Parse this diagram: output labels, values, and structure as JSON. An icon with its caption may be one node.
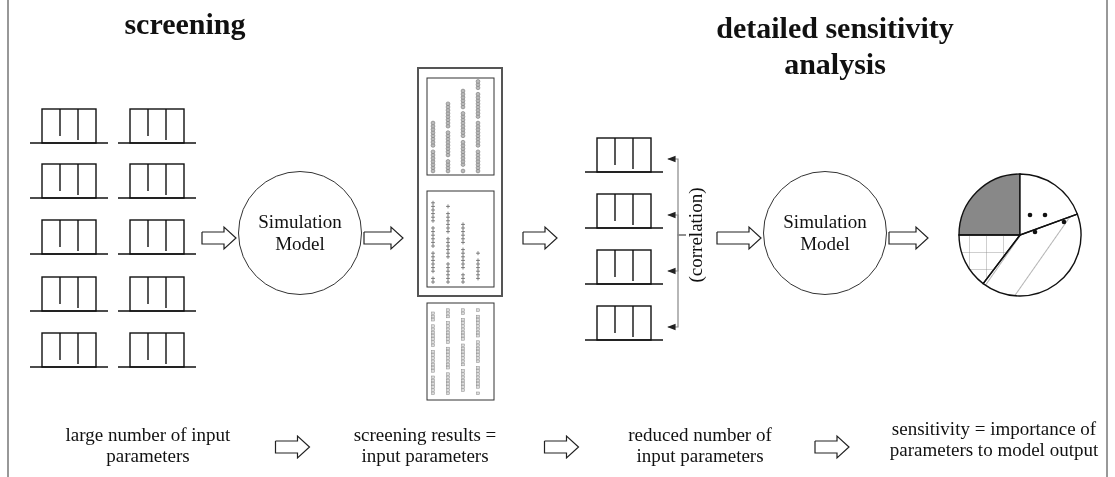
{
  "diagram": {
    "nodes": [
      {
        "text": [],
        "shape": "picture"
      },
      {
        "text": [
          "Simulation Model"
        ]
      },
      {
        "text": [],
        "shape": "picture"
      },
      {
        "text": [],
        "shape": "picture"
      },
      {
        "text": [],
        "shape": "box",
        "in": 3
      },
      {
        "text": [],
        "shape": "box",
        "in": 3
      },
      {
        "text": [],
        "shape": "box",
        "in": 3
      },
      {
        "text": [],
        "shape": "box",
        "in": 3
      },
      {
        "text": [
          "(correlation)"
        ],
        "in": 3
      },
      {
        "text": [
          "Simulation Model"
        ]
      },
      {
        "text": [],
        "shape": "picture"
      },
      {
        "text": [
          "large number of input parameters"
        ]
      },
      {
        "text": [
          "screening results = input parameters"
        ]
      },
      {
        "text": [
          "reduced number of input parameters"
        ]
      },
      {
        "text": [
          "sensitivity = importance of parameters to model output"
        ]
      }
    ],
    "edges": [
      {
        "from": 0,
        "to": 1,
        "arrow": "to",
        "style": "thick"
      },
      {
        "from": 1,
        "to": 2,
        "arrow": "to",
        "style": "thick"
      },
      {
        "from": 2,
        "to": 3,
        "arrow": "to",
        "style": "thick"
      },
      {
        "from": 3,
        "to": 9,
        "arrow": "to",
        "style": "thick"
      },
      {
        "from": 9,
        "to": 10,
        "arrow": "to",
        "style": "thick"
      },
      {
        "from": 8,
        "to": 4,
        "arrow": "to"
      },
      {
        "from": 8,
        "to": 5,
        "arrow": "to"
      },
      {
        "from": 8,
        "to": 6,
        "arrow": "to"
      },
      {
        "from": 8,
        "to": 7,
        "arrow": "to"
      },
      {
        "from": 11,
        "to": 12,
        "arrow": "to",
        "style": "thick"
      },
      {
        "from": 12,
        "to": 13,
        "arrow": "to",
        "style": "thick"
      },
      {
        "from": 13,
        "to": 14,
        "arrow": "to",
        "style": "thick"
      }
    ],
    "labels": [
      "screening",
      "detailed sensitivity analysis"
    ]
  }
}
